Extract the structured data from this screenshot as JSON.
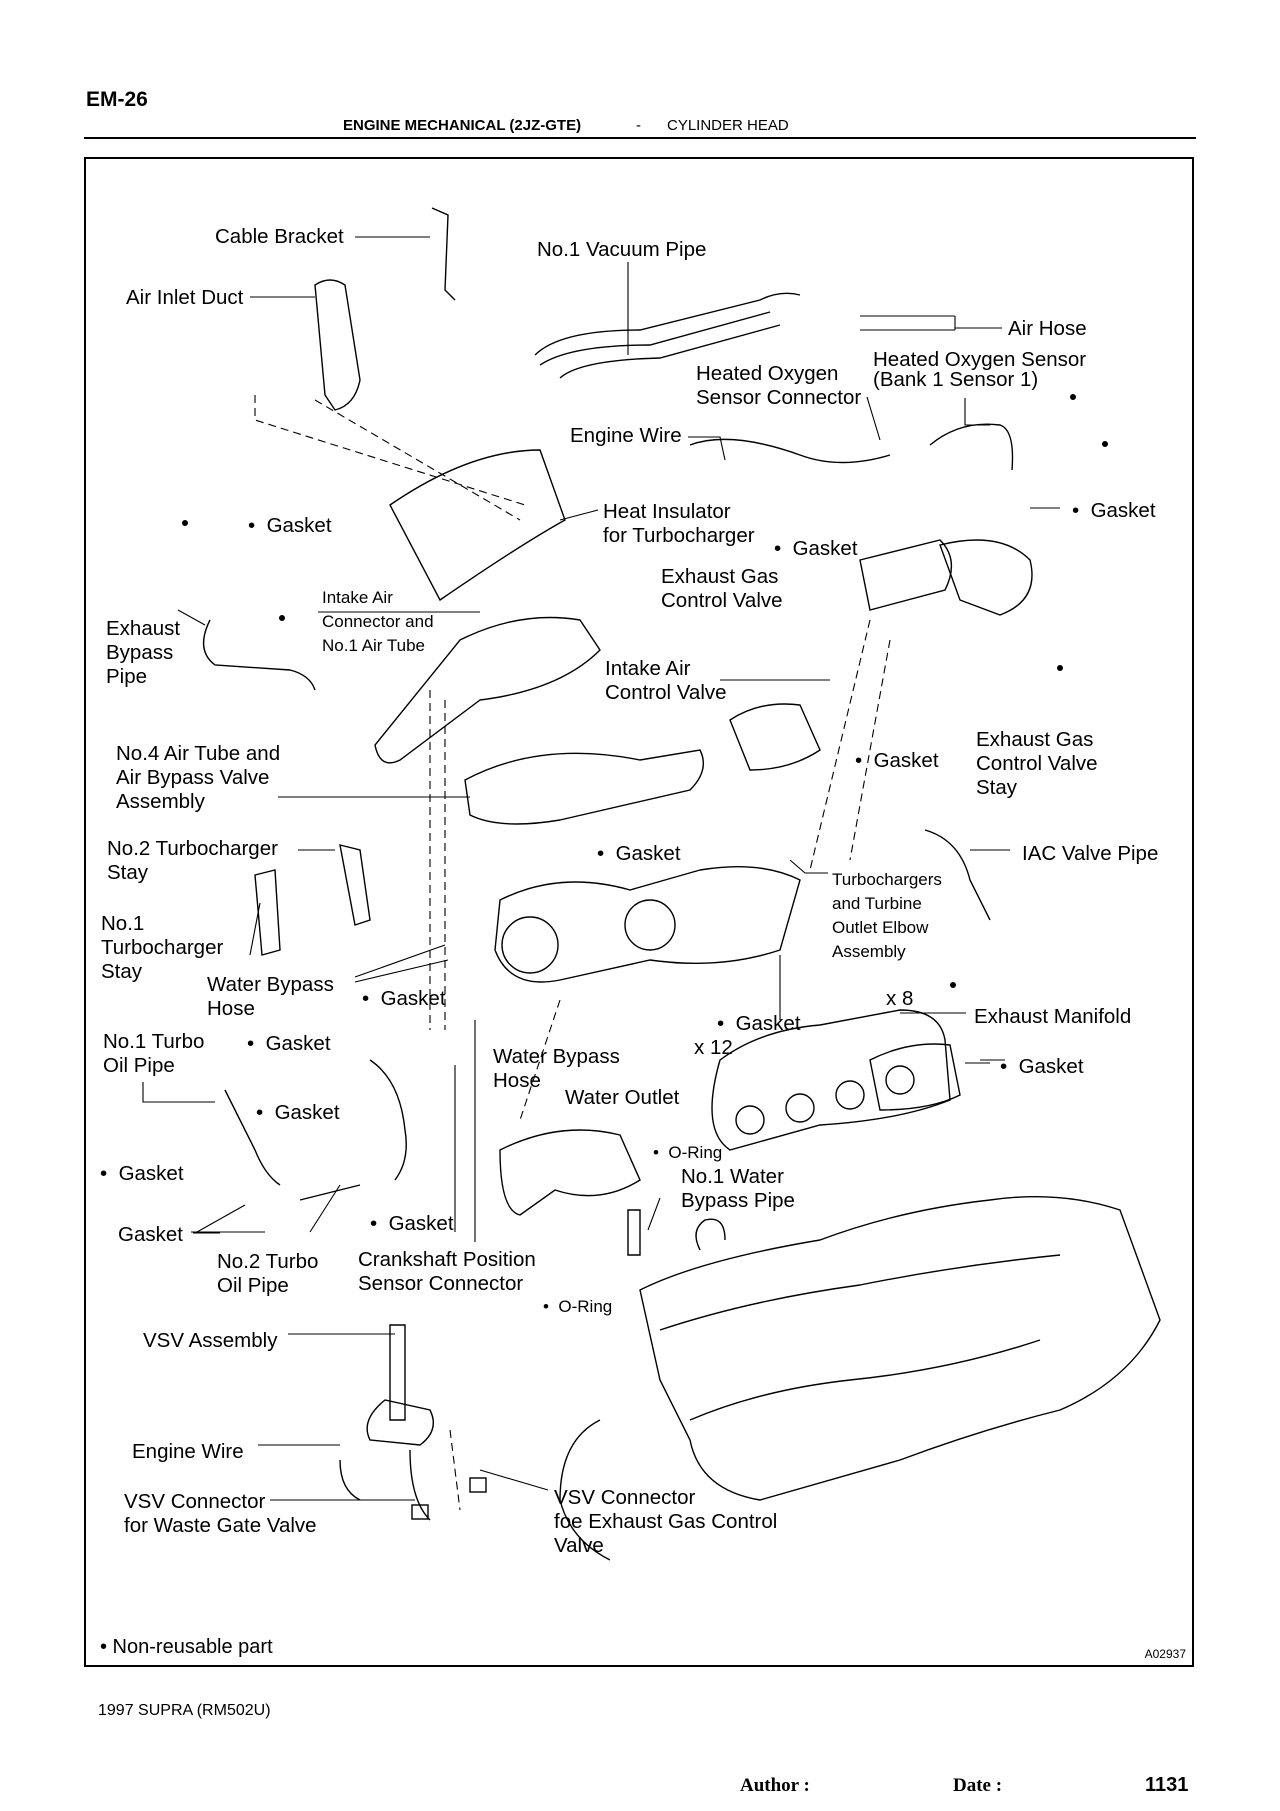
{
  "page_code": "EM-26",
  "header": {
    "section": "ENGINE MECHANICAL  (2JZ-GTE)",
    "dash": "-",
    "subsection": "CYLINDER HEAD"
  },
  "figure": {
    "id": "A02937",
    "note": "•  Non-reusable part",
    "labels": {
      "cable_bracket": "Cable Bracket",
      "air_inlet_duct": "Air Inlet Duct",
      "no1_vacuum_pipe": "No.1 Vacuum Pipe",
      "air_hose": "Air Hose",
      "heated_oxygen_sensor": "Heated Oxygen Sensor\n(Bank 1 Sensor 1)",
      "heated_oxygen_sensor_connector": "Heated Oxygen\nSensor Connector",
      "engine_wire_top": "Engine Wire",
      "heat_insulator": "Heat Insulator\nfor Turbocharger",
      "gasket_top_right": "•  Gasket",
      "gasket_left_upper": "•  Gasket",
      "gasket_egcv": "•  Gasket",
      "exhaust_gas_control_valve": "Exhaust Gas\nControl Valve",
      "intake_air_connector": "Intake Air\nConnector and\nNo.1 Air Tube",
      "exhaust_bypass_pipe": "Exhaust\nBypass\nPipe",
      "intake_air_control_valve": "Intake Air\nControl Valve",
      "no4_air_tube": "No.4 Air Tube and\nAir Bypass Valve\nAssembly",
      "gasket_iacv": "•  Gasket",
      "egcv_stay": "Exhaust Gas\nControl Valve\nStay",
      "no2_turbo_stay": "No.2 Turbocharger\nStay",
      "gasket_turbo": "•  Gasket",
      "iac_valve_pipe": "IAC Valve Pipe",
      "turbochargers_assembly": "Turbochargers\nand Turbine\nOutlet Elbow\nAssembly",
      "no1_turbo_stay": "No.1\nTurbocharger\nStay",
      "water_bypass_hose_left": "Water Bypass\nHose",
      "gasket_center": "•  Gasket",
      "x8": "x 8",
      "exhaust_manifold": "Exhaust Manifold",
      "no1_turbo_oil_pipe": "No.1 Turbo\nOil Pipe",
      "gasket_oilpipe1": "•  Gasket",
      "gasket_manifold_upper": "•  Gasket",
      "x12": "x 12",
      "water_bypass_hose_mid": "Water Bypass\nHose",
      "gasket_manifold_right": "•  Gasket",
      "gasket_oilpipe2": "•  Gasket",
      "water_outlet": "Water Outlet",
      "gasket_left_bullet": "•  Gasket",
      "o_ring_top": "•  O-Ring",
      "no1_water_bypass_pipe": "No.1 Water\nBypass Pipe",
      "gasket_plain": "Gasket",
      "gasket_crank": "•  Gasket",
      "no2_turbo_oil_pipe": "No.2 Turbo\nOil Pipe",
      "crankshaft_position_sensor_connector": "Crankshaft Position\nSensor Connector",
      "o_ring_bottom": "•  O-Ring",
      "vsv_assembly": "VSV Assembly",
      "engine_wire_bottom": "Engine Wire",
      "vsv_connector_waste_gate": "VSV Connector\nfor Waste Gate Valve",
      "vsv_connector_egcv": "VSV Connector\nfoe Exhaust Gas Control\nValve"
    }
  },
  "footer": {
    "model": "1997 SUPRA    (RM502U)",
    "author_label": "Author :",
    "date_label": "Date :",
    "page_number": "1131"
  }
}
